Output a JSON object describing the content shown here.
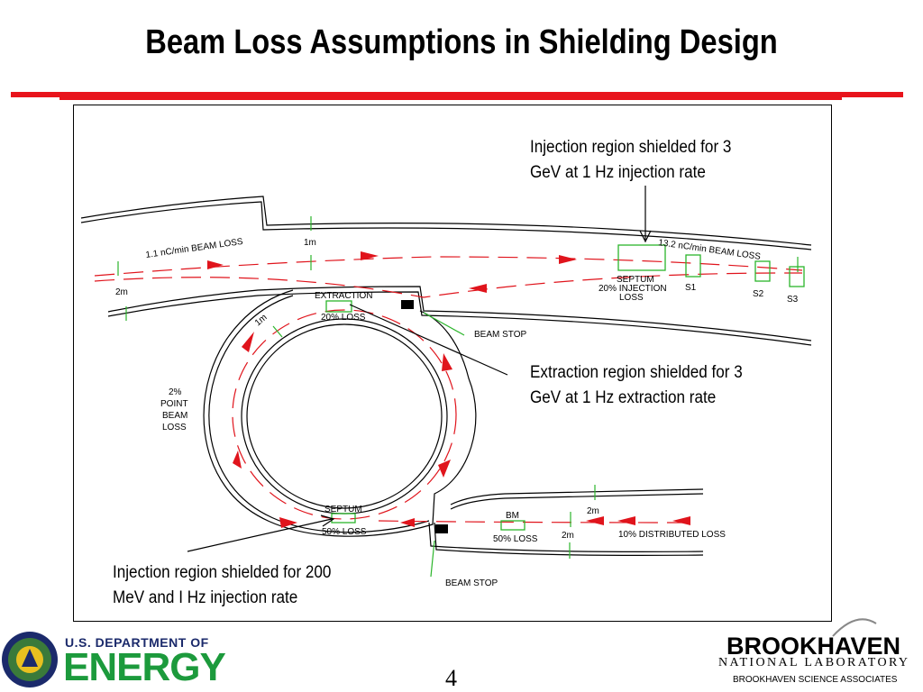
{
  "slide": {
    "title": "Beam Loss Assumptions in Shielding Design",
    "page_number": "4"
  },
  "callouts": {
    "injection_3gev": [
      "Injection region shielded for 3",
      "GeV at 1 Hz injection rate"
    ],
    "extraction_3gev": [
      "Extraction region shielded for 3",
      "GeV at 1 Hz extraction rate"
    ],
    "injection_200mev": [
      "Injection region shielded for 200",
      "MeV and I Hz injection rate"
    ]
  },
  "diagram_labels": {
    "beam_loss_left": "1.1 nC/min BEAM LOSS",
    "beam_loss_right": "13.2 nC/min BEAM LOSS",
    "dist_1m_top": "1m",
    "dist_2m_left": "2m",
    "extraction": "EXTRACTION",
    "extraction_loss": "20% LOSS",
    "dist_1m_ring": "1m",
    "beam_stop_upper": "BEAM STOP",
    "septum_top": "SEPTUM",
    "septum_injection_loss": [
      "20% INJECTION",
      "LOSS"
    ],
    "s1": "S1",
    "s2": "S2",
    "s3": "S3",
    "point_loss": [
      "2%",
      "POINT",
      "BEAM",
      "LOSS"
    ],
    "septum_bottom": "SEPTUM",
    "septum_bottom_loss": "50% LOSS",
    "bm": "BM",
    "bm_loss": "50% LOSS",
    "dist_2m_lower1": "2m",
    "dist_2m_lower2": "2m",
    "distributed_loss": "10% DISTRIBUTED LOSS",
    "beam_stop_lower": "BEAM STOP"
  },
  "footer": {
    "doe_line1": "U.S. DEPARTMENT OF",
    "doe_line2": "ENERGY",
    "bnl_line1": "BROOKHAVEN",
    "bnl_line2": "NATIONAL LABORATORY",
    "bnl_line3": "BROOKHAVEN SCIENCE ASSOCIATES"
  },
  "colors": {
    "accent_red": "#e8141c",
    "beam_red": "#e0141c",
    "marker_green": "#2bb52b",
    "doe_green": "#1c9a3c",
    "doe_blue": "#1b2a6b"
  }
}
